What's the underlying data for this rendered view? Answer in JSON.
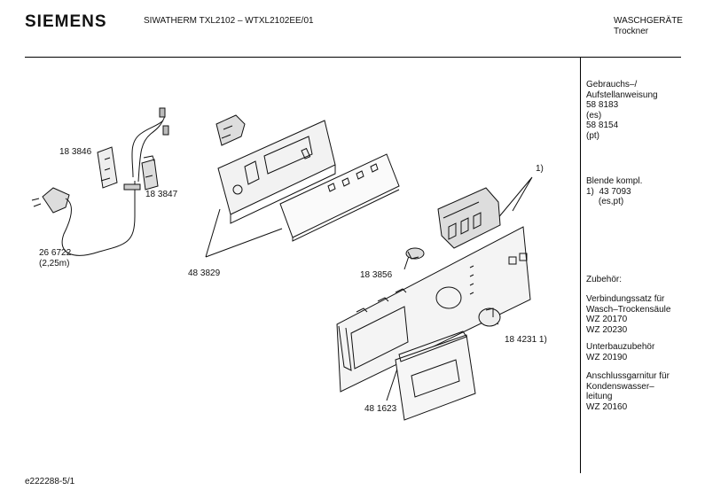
{
  "header": {
    "brand": "SIEMENS",
    "model": "SIWATHERM TXL2102 – WTXL2102EE/01",
    "category_line1": "WASCHGERÄTE",
    "category_line2": "Trockner"
  },
  "sidebar": {
    "manual": [
      "Gebrauchs–/",
      "Aufstellanweisung",
      "58 8183",
      "(es)",
      "58 8154",
      "(pt)"
    ],
    "panel": [
      "Blende kompl.",
      "1)  43 7093",
      "     (es,pt)"
    ],
    "accessories_title": "Zubehör:",
    "kit": [
      "Verbindungssatz für",
      "Wasch–Trockensäule",
      "WZ 20170",
      "WZ 20230"
    ],
    "underbuild": [
      "Unterbauzubehör",
      "WZ 20190"
    ],
    "condensate": [
      "Anschlussgarnitur für",
      "Kondenswasser–",
      "leitung",
      "WZ 20160"
    ]
  },
  "parts": {
    "p183846": "18 3846",
    "p183847": "18 3847",
    "p266722": "26 6722",
    "p266722_len": "(2,25m)",
    "p483829": "48 3829",
    "p183856": "18 3856",
    "p184231": "18 4231  1)",
    "p481623": "48 1623",
    "note1": "1)"
  },
  "footer": {
    "code": "e222288-5/1"
  }
}
